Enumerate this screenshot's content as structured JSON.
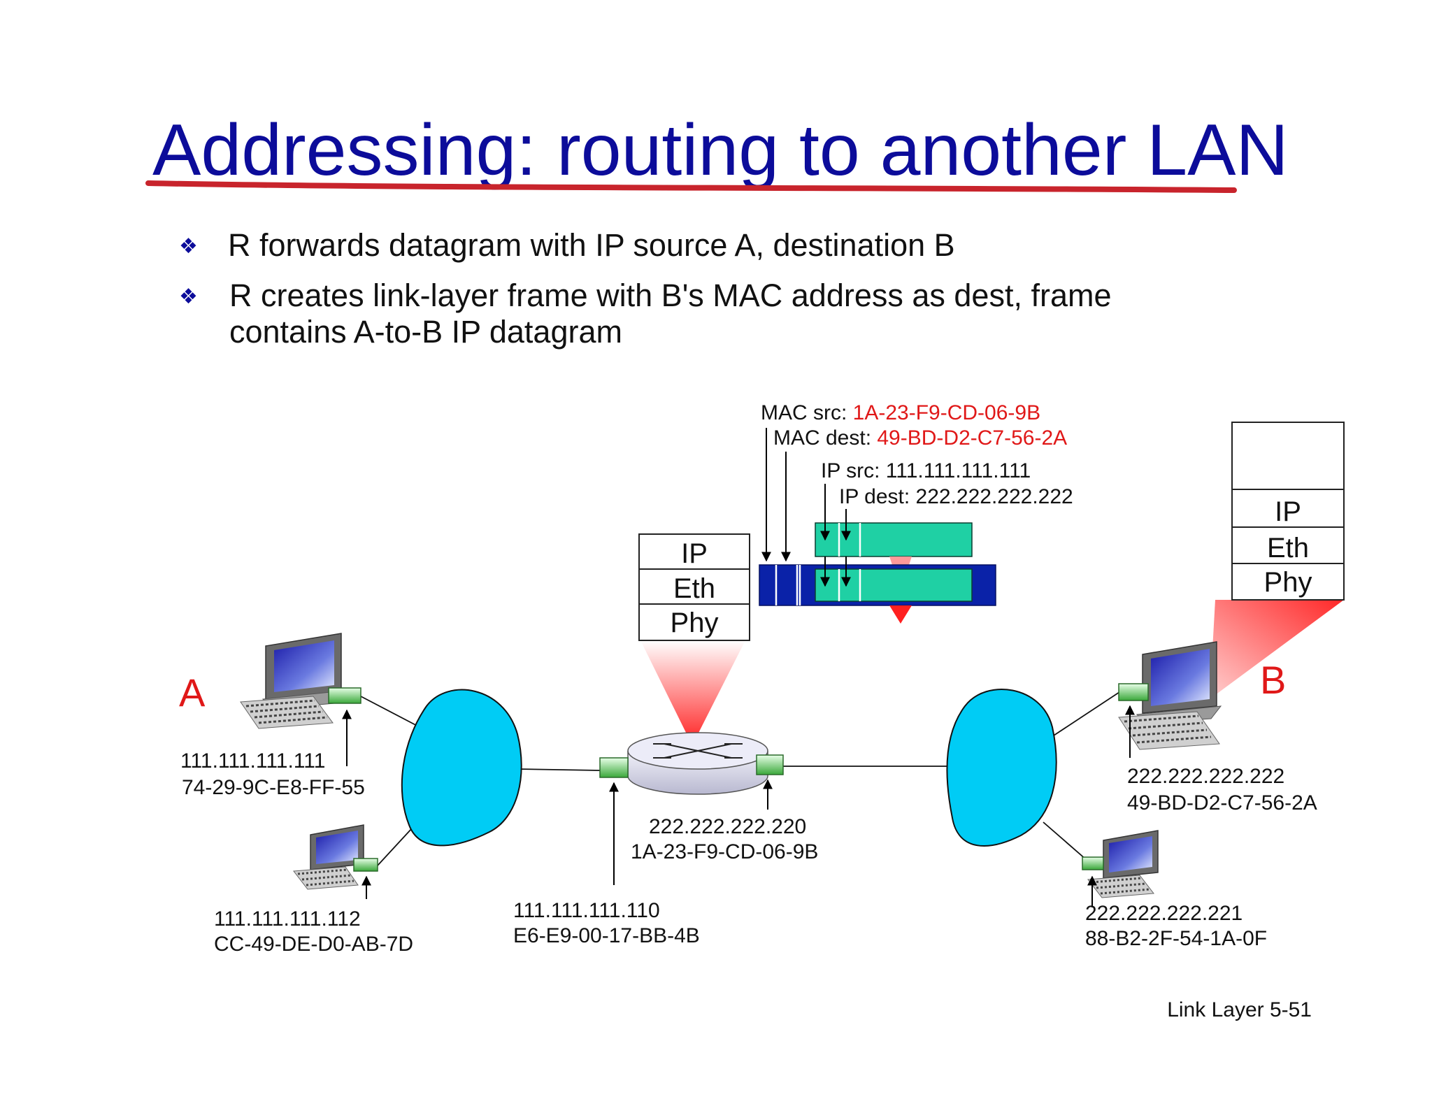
{
  "title": "Addressing: routing to another LAN",
  "bullets": [
    {
      "line1": "R forwards datagram with IP source A, destination B",
      "line2": ""
    },
    {
      "line1": "R creates link-layer frame with B's MAC address as dest, frame",
      "line2": "contains A-to-B IP datagram"
    }
  ],
  "bullet_marker": "❖",
  "frame_header": {
    "mac_src_label": "MAC src: ",
    "mac_src_value": "1A-23-F9-CD-06-9B",
    "mac_dest_label": "MAC dest: ",
    "mac_dest_value": "49-BD-D2-C7-56-2A",
    "ip_src": "IP src: 111.111.111.111",
    "ip_dest": "IP dest: 222.222.222.222"
  },
  "router_stack": [
    "IP",
    "Eth",
    "Phy"
  ],
  "host_b_stack": [
    "",
    "IP",
    "Eth",
    "Phy"
  ],
  "hosts": {
    "a_letter": "A",
    "b_letter": "B",
    "host_a": {
      "ip": "111.111.111.111",
      "mac": "74-29-9C-E8-FF-55"
    },
    "host_a2": {
      "ip": "111.111.111.112",
      "mac": "CC-49-DE-D0-AB-7D"
    },
    "router_left": {
      "ip": "111.111.111.110",
      "mac": "E6-E9-00-17-BB-4B"
    },
    "router_right": {
      "ip": "222.222.222.220",
      "mac": "1A-23-F9-CD-06-9B"
    },
    "host_b": {
      "ip": "222.222.222.222",
      "mac": "49-BD-D2-C7-56-2A"
    },
    "host_b2": {
      "ip": "222.222.222.221",
      "mac": "88-B2-2F-54-1A-0F"
    }
  },
  "footer": "Link Layer  5-51",
  "colors": {
    "title": "#0c0c9a",
    "underline": "#c8242c",
    "red_text": "#e01818",
    "lan_cloud": "#00ccf5",
    "frame_blue": "#0a22a8",
    "datagram_green": "#1fd0a4",
    "adapter_green": "#4cc04c"
  }
}
